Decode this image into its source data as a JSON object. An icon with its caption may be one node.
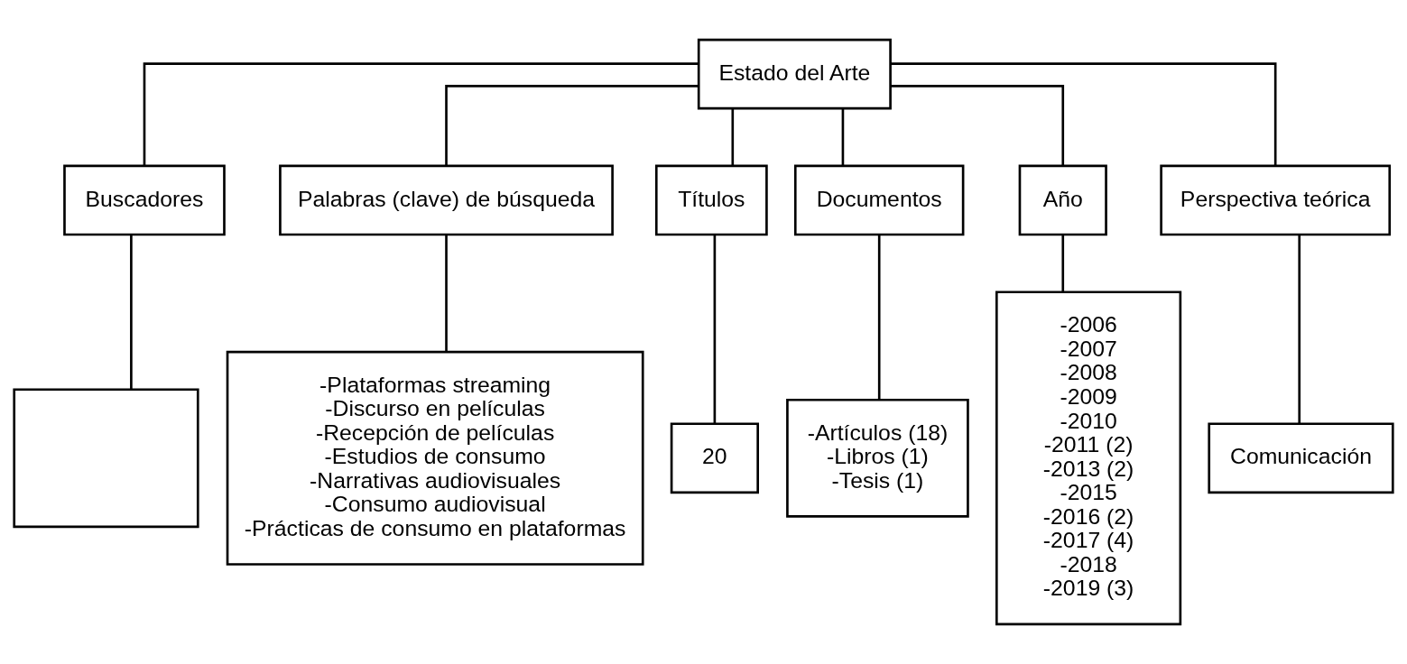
{
  "diagram": {
    "nodes": [
      {
        "text": [
          "Estado del Arte"
        ]
      },
      {
        "text": [
          "Buscadores"
        ]
      },
      {
        "text": [
          "Palabras (clave) de búsqueda"
        ]
      },
      {
        "text": [
          "Títulos"
        ]
      },
      {
        "text": [
          "Documentos"
        ]
      },
      {
        "text": [
          "Año"
        ]
      },
      {
        "text": [
          "Perspectiva teórica"
        ]
      },
      {
        "text": [],
        "shape": "box"
      },
      {
        "text": [
          "-Plataformas streaming",
          "-Discurso en películas",
          "-Recepción de películas",
          "-Estudios de consumo",
          "-Narrativas audiovisuales",
          "-Consumo audiovisual",
          "-Prácticas de consumo en plataformas"
        ]
      },
      {
        "text": [
          "20"
        ]
      },
      {
        "text": [
          "-Artículos (18)",
          "-Libros (1)",
          "-Tesis (1)"
        ]
      },
      {
        "text": [
          "-2006",
          "-2007",
          "-2008",
          "-2009",
          "-2010",
          "-2011 (2)",
          "-2013 (2)",
          "-2015",
          "-2016 (2)",
          "-2017 (4)",
          "-2018",
          "-2019 (3)"
        ]
      },
      {
        "text": [
          "Comunicación"
        ]
      }
    ],
    "edges": [
      {
        "from": 0,
        "to": 1,
        "arrow": "none"
      },
      {
        "from": 0,
        "to": 2,
        "arrow": "none"
      },
      {
        "from": 0,
        "to": 3,
        "arrow": "none"
      },
      {
        "from": 0,
        "to": 4,
        "arrow": "none"
      },
      {
        "from": 0,
        "to": 5,
        "arrow": "none"
      },
      {
        "from": 0,
        "to": 6,
        "arrow": "none"
      },
      {
        "from": 1,
        "to": 7,
        "arrow": "none"
      },
      {
        "from": 2,
        "to": 8,
        "arrow": "none"
      },
      {
        "from": 3,
        "to": 9,
        "arrow": "none"
      },
      {
        "from": 4,
        "to": 10,
        "arrow": "none"
      },
      {
        "from": 5,
        "to": 11,
        "arrow": "none"
      },
      {
        "from": 6,
        "to": 12,
        "arrow": "none"
      }
    ]
  }
}
